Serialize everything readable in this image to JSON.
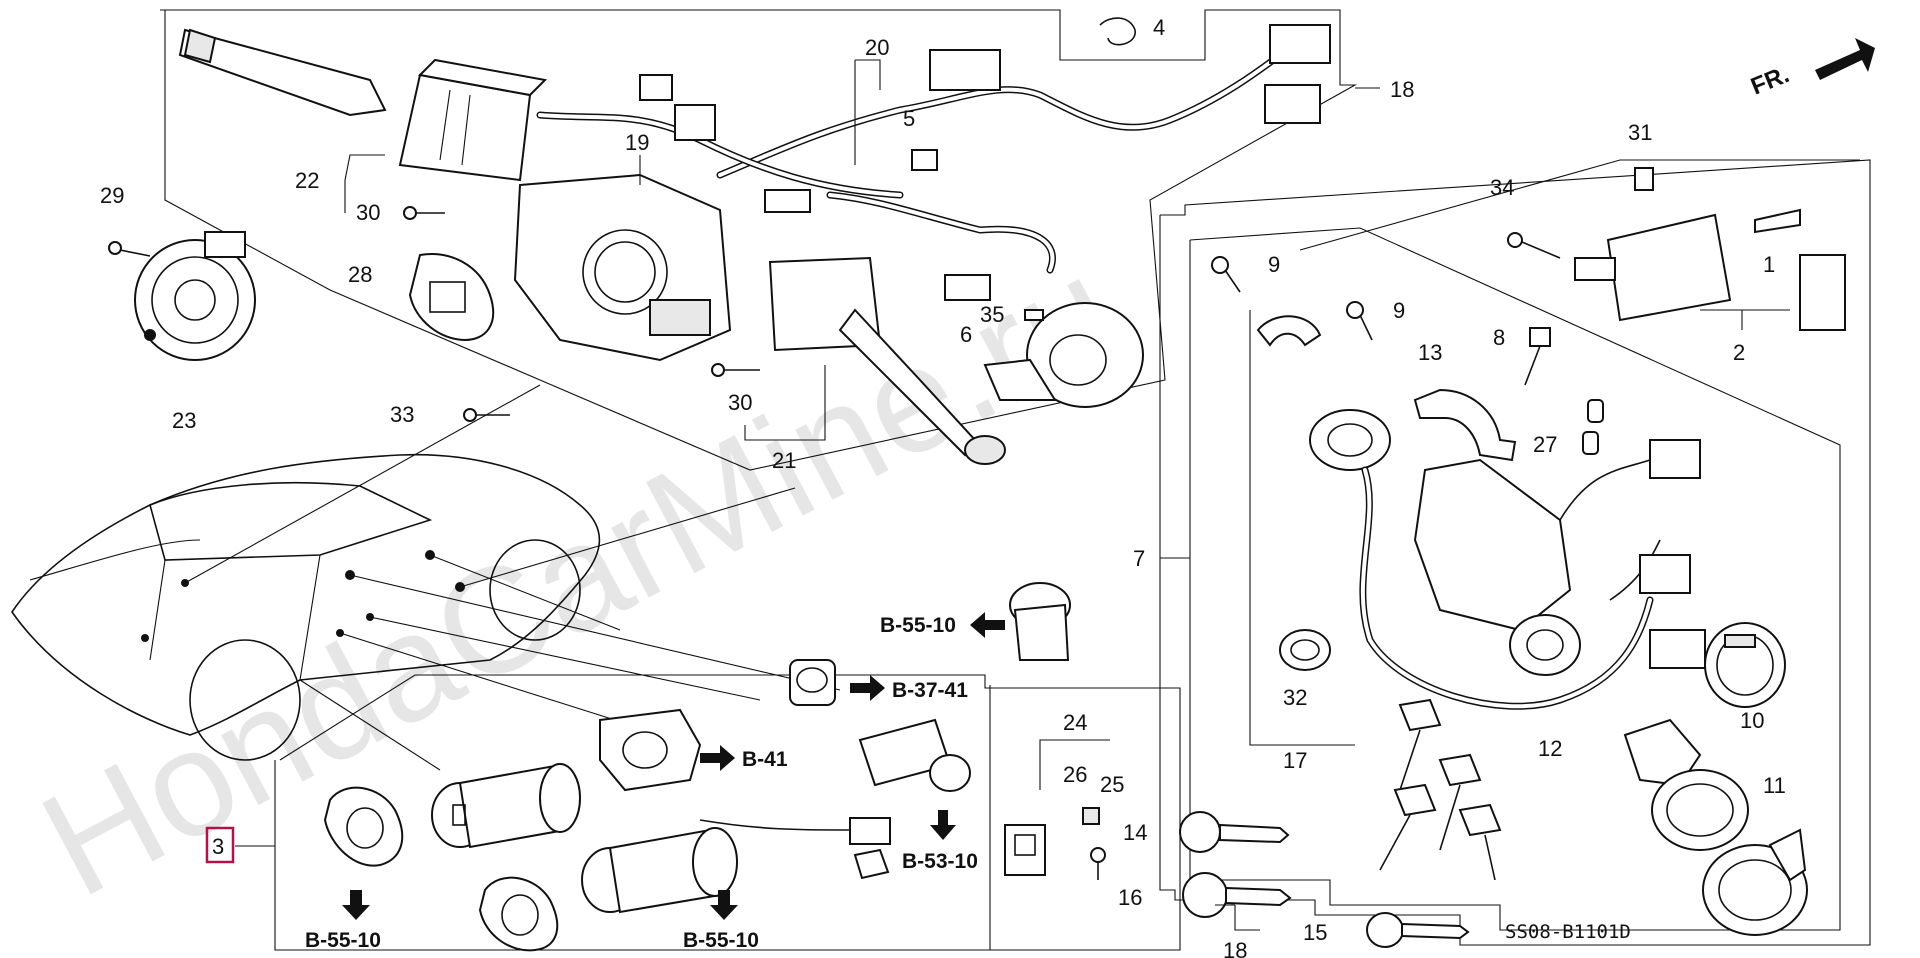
{
  "watermark": "HondaCarMine.ru",
  "direction_label": "FR.",
  "diagram_code": "SS08-B1101D",
  "callouts": {
    "c1": "1",
    "c2": "2",
    "c3": "3",
    "c4": "4",
    "c5": "5",
    "c6": "6",
    "c7": "7",
    "c8": "8",
    "c9a": "9",
    "c9b": "9",
    "c10": "10",
    "c11": "11",
    "c12": "12",
    "c13": "13",
    "c14": "14",
    "c15": "15",
    "c16": "16",
    "c17": "17",
    "c18a": "18",
    "c18b": "18",
    "c19": "19",
    "c20": "20",
    "c21": "21",
    "c22": "22",
    "c23": "23",
    "c24": "24",
    "c25": "25",
    "c26": "26",
    "c27": "27",
    "c28": "28",
    "c29": "29",
    "c30a": "30",
    "c30b": "30",
    "c31": "31",
    "c32": "32",
    "c33": "33",
    "c34": "34",
    "c35": "35"
  },
  "references": {
    "r_b5510_top": "B-55-10",
    "r_b3741": "B-37-41",
    "r_b41": "B-41",
    "r_b5310": "B-53-10",
    "r_b5510_left": "B-55-10",
    "r_b5510_mid": "B-55-10"
  },
  "colors": {
    "line": "#111111",
    "highlight": "#b0124a",
    "watermark": "#e6e6e6"
  }
}
